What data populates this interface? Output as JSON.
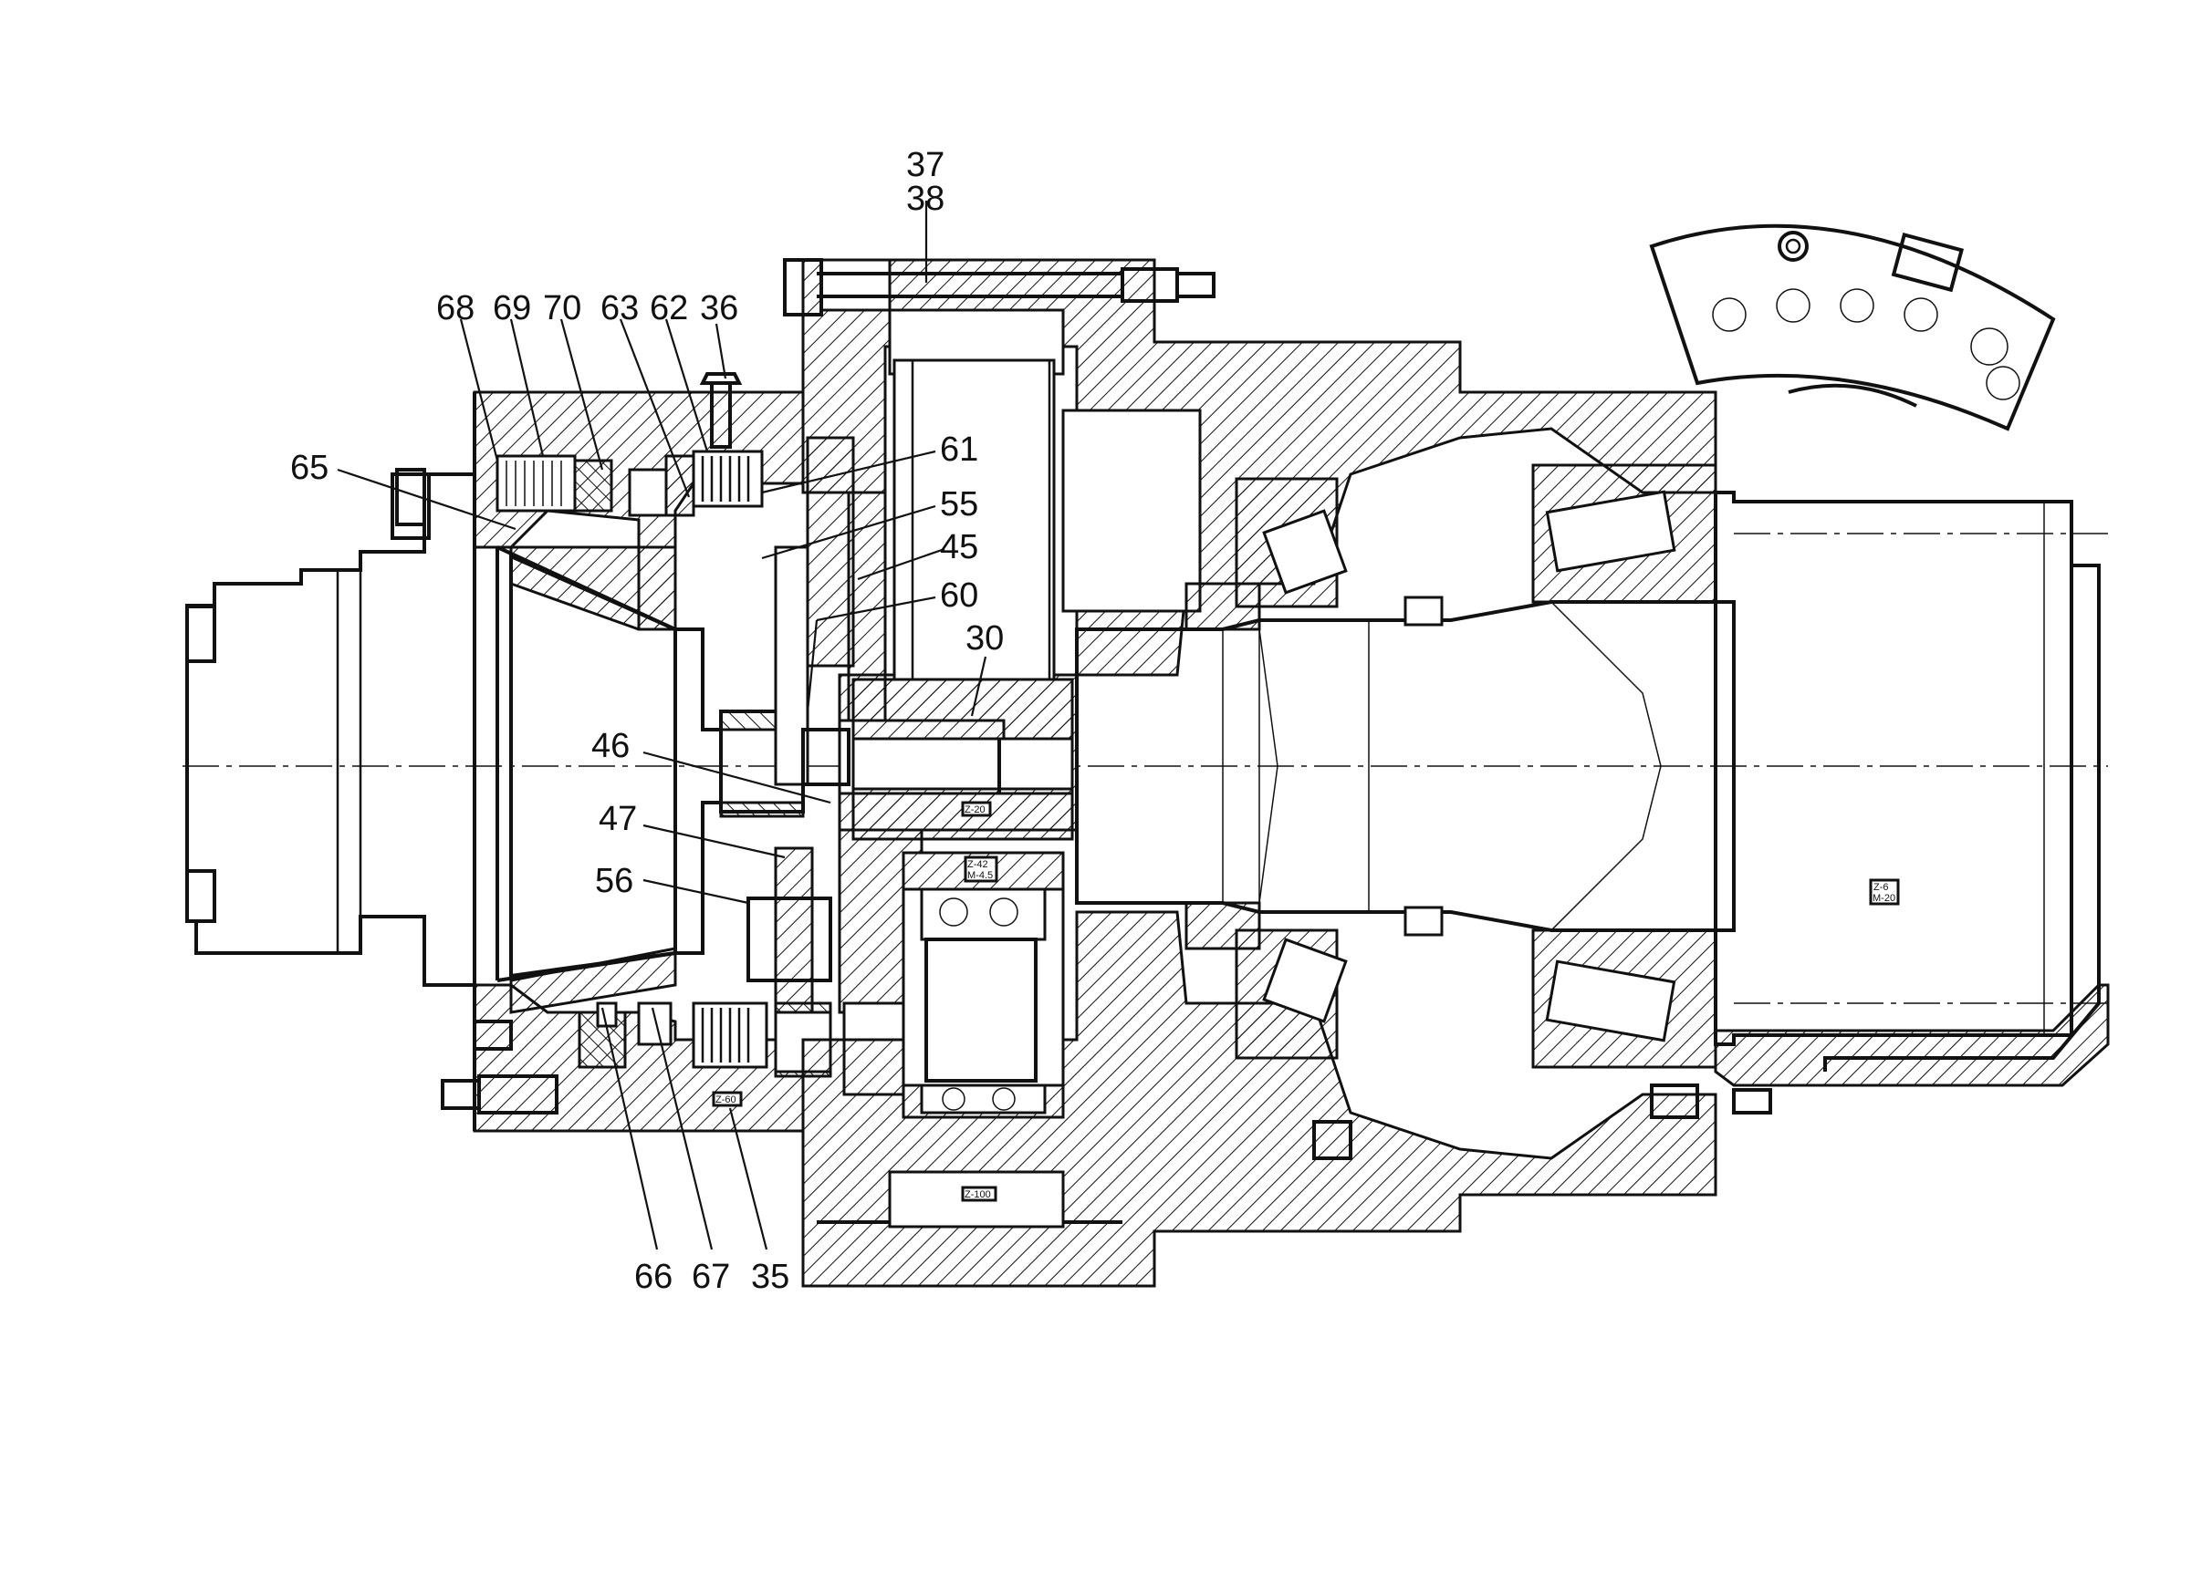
{
  "drawing": {
    "callouts": [
      {
        "id": "c37",
        "text": "37"
      },
      {
        "id": "c38",
        "text": "38"
      },
      {
        "id": "c68",
        "text": "68"
      },
      {
        "id": "c69",
        "text": "69"
      },
      {
        "id": "c70",
        "text": "70"
      },
      {
        "id": "c63",
        "text": "63"
      },
      {
        "id": "c62",
        "text": "62"
      },
      {
        "id": "c36",
        "text": "36"
      },
      {
        "id": "c65",
        "text": "65"
      },
      {
        "id": "c61",
        "text": "61"
      },
      {
        "id": "c55",
        "text": "55"
      },
      {
        "id": "c45",
        "text": "45"
      },
      {
        "id": "c60",
        "text": "60"
      },
      {
        "id": "c30",
        "text": "30"
      },
      {
        "id": "c46",
        "text": "46"
      },
      {
        "id": "c47",
        "text": "47"
      },
      {
        "id": "c56",
        "text": "56"
      },
      {
        "id": "c66",
        "text": "66"
      },
      {
        "id": "c67",
        "text": "67"
      },
      {
        "id": "c35",
        "text": "35"
      }
    ],
    "gear_tags": [
      {
        "id": "t1",
        "text": "Z-20"
      },
      {
        "id": "t2",
        "text": "Z-42"
      },
      {
        "id": "t3",
        "text": "M-4.5"
      },
      {
        "id": "t4",
        "text": "Z-100"
      },
      {
        "id": "t5",
        "text": "Z-60"
      },
      {
        "id": "t6",
        "text": "Z-6"
      },
      {
        "id": "t7",
        "text": "M-20"
      }
    ]
  }
}
